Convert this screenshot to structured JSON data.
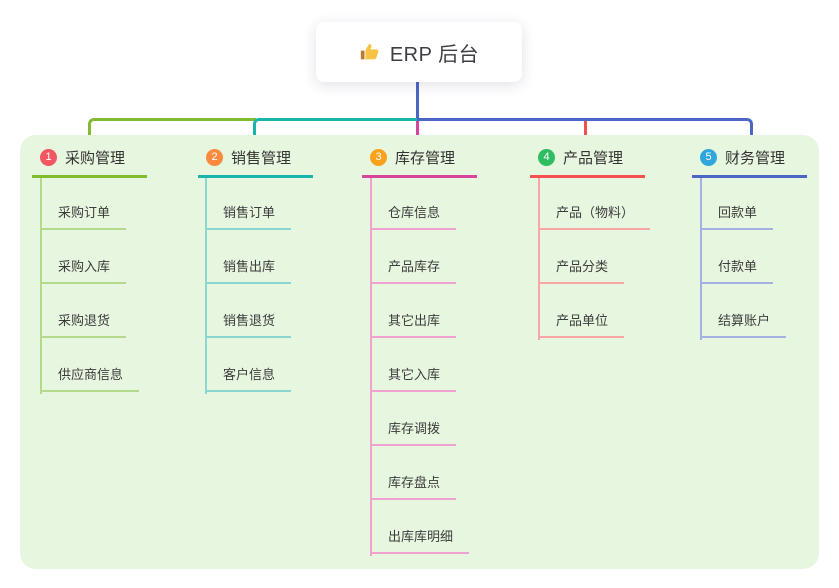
{
  "root": {
    "label": "ERP 后台",
    "icon": "thumbs-up-icon"
  },
  "panel": {
    "background": "#e7f6df"
  },
  "connector_color": "#4c66c5",
  "branches": [
    {
      "badge": "1",
      "label": "采购管理",
      "badge_color": "#f25660",
      "line_color": "#82ba30",
      "child_line_color": "#b4d98b",
      "children": [
        "采购订单",
        "采购入库",
        "采购退货",
        "供应商信息"
      ]
    },
    {
      "badge": "2",
      "label": "销售管理",
      "badge_color": "#fb8a3f",
      "line_color": "#17b5ac",
      "child_line_color": "#8ad7d1",
      "children": [
        "销售订单",
        "销售出库",
        "销售退货",
        "客户信息"
      ]
    },
    {
      "badge": "3",
      "label": "库存管理",
      "badge_color": "#f9a11b",
      "line_color": "#d6449c",
      "child_line_color": "#efa2cf",
      "children": [
        "仓库信息",
        "产品库存",
        "其它出库",
        "其它入库",
        "库存调拨",
        "库存盘点",
        "出库库明细"
      ]
    },
    {
      "badge": "4",
      "label": "产品管理",
      "badge_color": "#2fbd61",
      "line_color": "#f4514f",
      "child_line_color": "#f9a5a3",
      "children": [
        "产品（物料）",
        "产品分类",
        "产品单位"
      ]
    },
    {
      "badge": "5",
      "label": "财务管理",
      "badge_color": "#2fa7dc",
      "line_color": "#4c66c5",
      "child_line_color": "#a3b2e2",
      "children": [
        "回款单",
        "付款单",
        "结算账户"
      ]
    }
  ]
}
